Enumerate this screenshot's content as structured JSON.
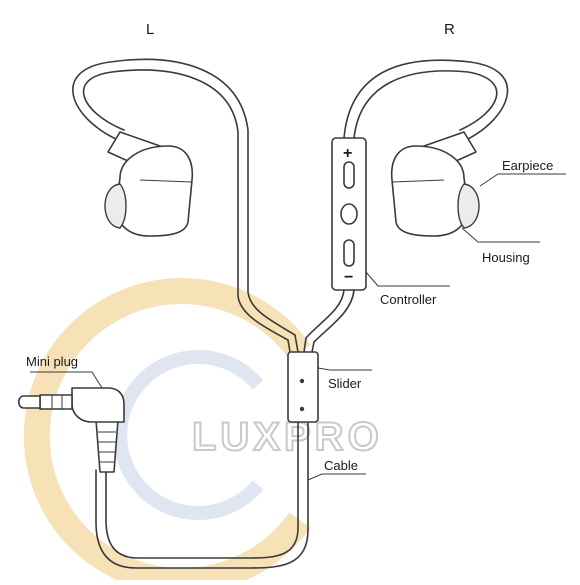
{
  "sides": {
    "left": "L",
    "right": "R"
  },
  "labels": {
    "earpiece": "Earpiece",
    "housing": "Housing",
    "controller": "Controller",
    "mini_plug": "Mini plug",
    "slider": "Slider",
    "cable": "Cable"
  },
  "controller_symbols": {
    "plus": "+",
    "minus": "−"
  },
  "watermark": {
    "text": "LUXPRO"
  },
  "colors": {
    "line": "#3a3a3a",
    "watermark_orange": "#f7e2b8",
    "watermark_blue": "#dfe6f1"
  }
}
